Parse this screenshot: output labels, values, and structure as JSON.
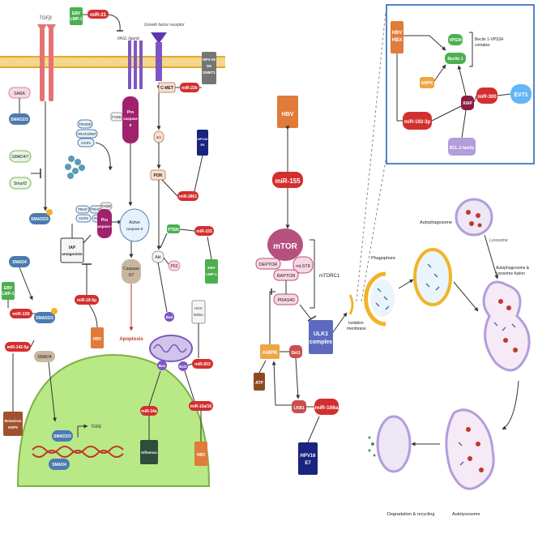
{
  "left_panel": {
    "tgfb": "TGFβ",
    "fasl": "FASL ligand",
    "gfr": "Growth factor receptor",
    "ebv_lmp1_top_a": "EBV",
    "ebv_lmp1_top_b": "LMP-1",
    "mir21": "miR-21",
    "hpv_a": "HPV-16",
    "hpv_b": "E6",
    "hpv_c": "DNMT1",
    "sara": "SARA",
    "smad23_a": "SMAD2/3",
    "smad47": "SMAD4/7",
    "smurf2": "Smurf2",
    "smad23_b": "SMAD2/3",
    "smad4": "SMAD4",
    "ebv2_a": "EBV",
    "ebv2_b": "LMP-1",
    "mir155_a": "miR-155",
    "smad23_c": "SMAD2/3",
    "smad4_b": "SMAD4",
    "mir1425p": "miR-142-5p",
    "rota_a": "Rotavirus",
    "rota_b": "NSP5",
    "smad23_n": "SMAD2/3",
    "smad4_n": "SMAD4",
    "tgfb_gene": "TGFβ",
    "tradd": "TRADD",
    "traf_rip": "TRAF2/RIP",
    "ciaps": "cIAPs",
    "traf": "TRAF",
    "tradd2": "TRADD",
    "ciaps2": "cIAPs",
    "rip": "RIP",
    "fadd": "FADD",
    "fadd2": "FADD",
    "procasp8_a": "Pro",
    "procasp8_b": "caspase 8",
    "procasp8t_a": "Pro",
    "procasp8t_b": "caspase",
    "procasp8t_c": "8",
    "iap_a": "IAP",
    "iap_b": "antagonists",
    "mir195p": "miR-19-5p",
    "hbv_l": "HBV",
    "active_a": "Active",
    "active_b": "caspase 8",
    "casp37_a": "Caspase",
    "casp37_b": "3/7",
    "apoptosis": "Apoptosis",
    "cmet": "C-MET",
    "mir22b": "miR-22b",
    "src": "src",
    "hpv16e6_a": "HPV16",
    "hpv16e6_b": "E6",
    "pi3k": "PI3K",
    "mir2861": "miR-2861",
    "pten": "PTEN",
    "mir155_b": "miR-155",
    "akt": "Akt",
    "p53": "P53",
    "ebvlmp_a": "EBV",
    "ebvlmp_b": "LMP-1",
    "hcv_a": "HCV",
    "hcv_b": "NS5A",
    "bad": "Bad",
    "bax": "Bax",
    "bcl2": "Bcl2",
    "mir503": "miR-503",
    "mir34a": "miR-34a",
    "mir15a": "miR-15a/16",
    "influenza": "Influenza",
    "hbv_l2": "HBV"
  },
  "right_panel": {
    "hbv": "HBV",
    "mir155": "miR-155",
    "mtor": "mTOR",
    "deptor": "DEPTOR",
    "mlst8": "mLST8",
    "raptor": "RAPTOR",
    "pras40": "PRAS40",
    "mtorc1": "mTORC1",
    "ulk1_a": "ULK1",
    "ulk1_b": "complex",
    "ampk": "AMPK",
    "sirt1": "Sirt1",
    "atp": "ATP",
    "lkb1": "LKB1",
    "mir106a": "miR-106a",
    "hpv_a": "HPV16",
    "hpv_b": "E7",
    "isolation_a": "Isolation",
    "isolation_b": "membrane",
    "phagophore": "Phagophore",
    "autophagosome": "Autophagosome",
    "lysosome": "Lysosome",
    "fusion_a": "Autophagosome &",
    "fusion_b": "lysosome fusion",
    "autolysosome": "Autolysosome",
    "degradation": "Degradation & recycling"
  },
  "inset": {
    "hbvhbx_a": "HBV",
    "hbvhbx_b": "HBX",
    "vps34": "VPS34",
    "beclin1": "Beclin 1",
    "complex_a": "Beclin 1-VPS34",
    "complex_b": "complex",
    "ampk": "AMPK",
    "xiap": "XIAP",
    "mir3005": "miR-300",
    "ev71": "EV71",
    "mir1923p": "miR-192-3p",
    "bcl2": "BCL-2 family"
  }
}
